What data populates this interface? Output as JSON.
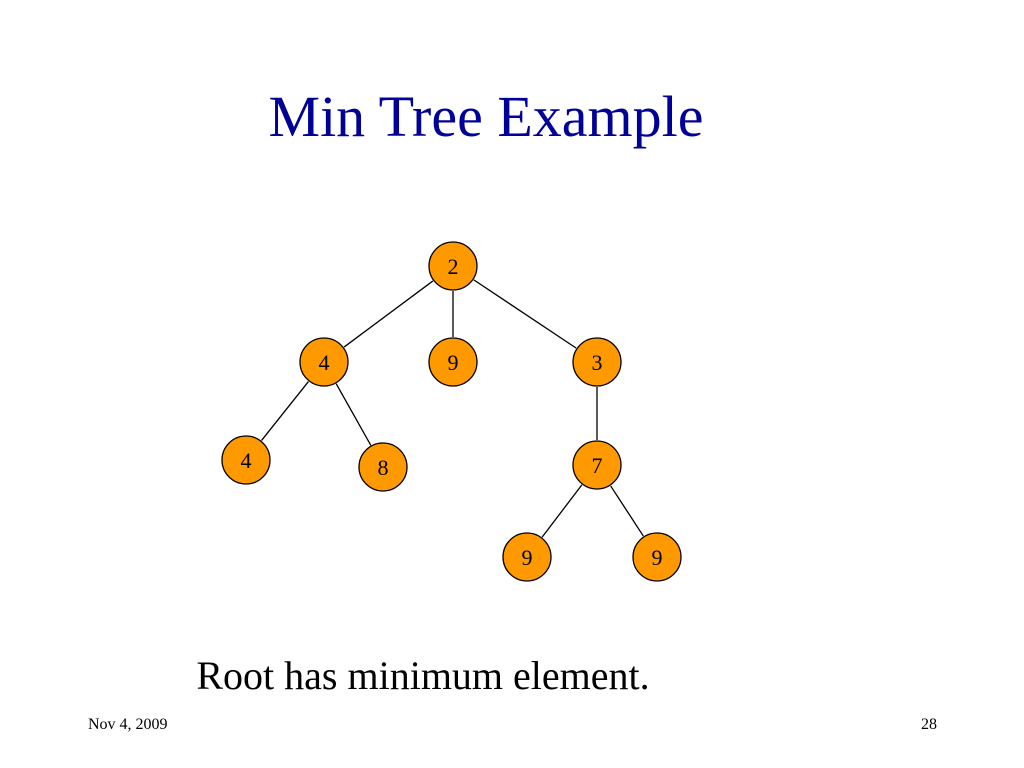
{
  "slide": {
    "title": "Min Tree Example",
    "caption": "Root has minimum element.",
    "footer": {
      "date": "Nov 4, 2009",
      "page_number": "28"
    }
  },
  "colors": {
    "title": "#000099",
    "node_fill": "#ff9900",
    "node_stroke": "#000000",
    "edge": "#000000"
  },
  "tree": {
    "nodes": [
      {
        "id": "root",
        "value": "2"
      },
      {
        "id": "left",
        "value": "4"
      },
      {
        "id": "middle",
        "value": "9"
      },
      {
        "id": "right",
        "value": "3"
      },
      {
        "id": "left-left",
        "value": "4"
      },
      {
        "id": "left-right",
        "value": "8"
      },
      {
        "id": "right-child",
        "value": "7"
      },
      {
        "id": "right-child-left",
        "value": "9"
      },
      {
        "id": "right-child-right",
        "value": "9"
      }
    ],
    "edges": [
      {
        "from": "root",
        "to": "left"
      },
      {
        "from": "root",
        "to": "middle"
      },
      {
        "from": "root",
        "to": "right"
      },
      {
        "from": "left",
        "to": "left-left"
      },
      {
        "from": "left",
        "to": "left-right"
      },
      {
        "from": "right",
        "to": "right-child"
      },
      {
        "from": "right-child",
        "to": "right-child-left"
      },
      {
        "from": "right-child",
        "to": "right-child-right"
      }
    ]
  }
}
